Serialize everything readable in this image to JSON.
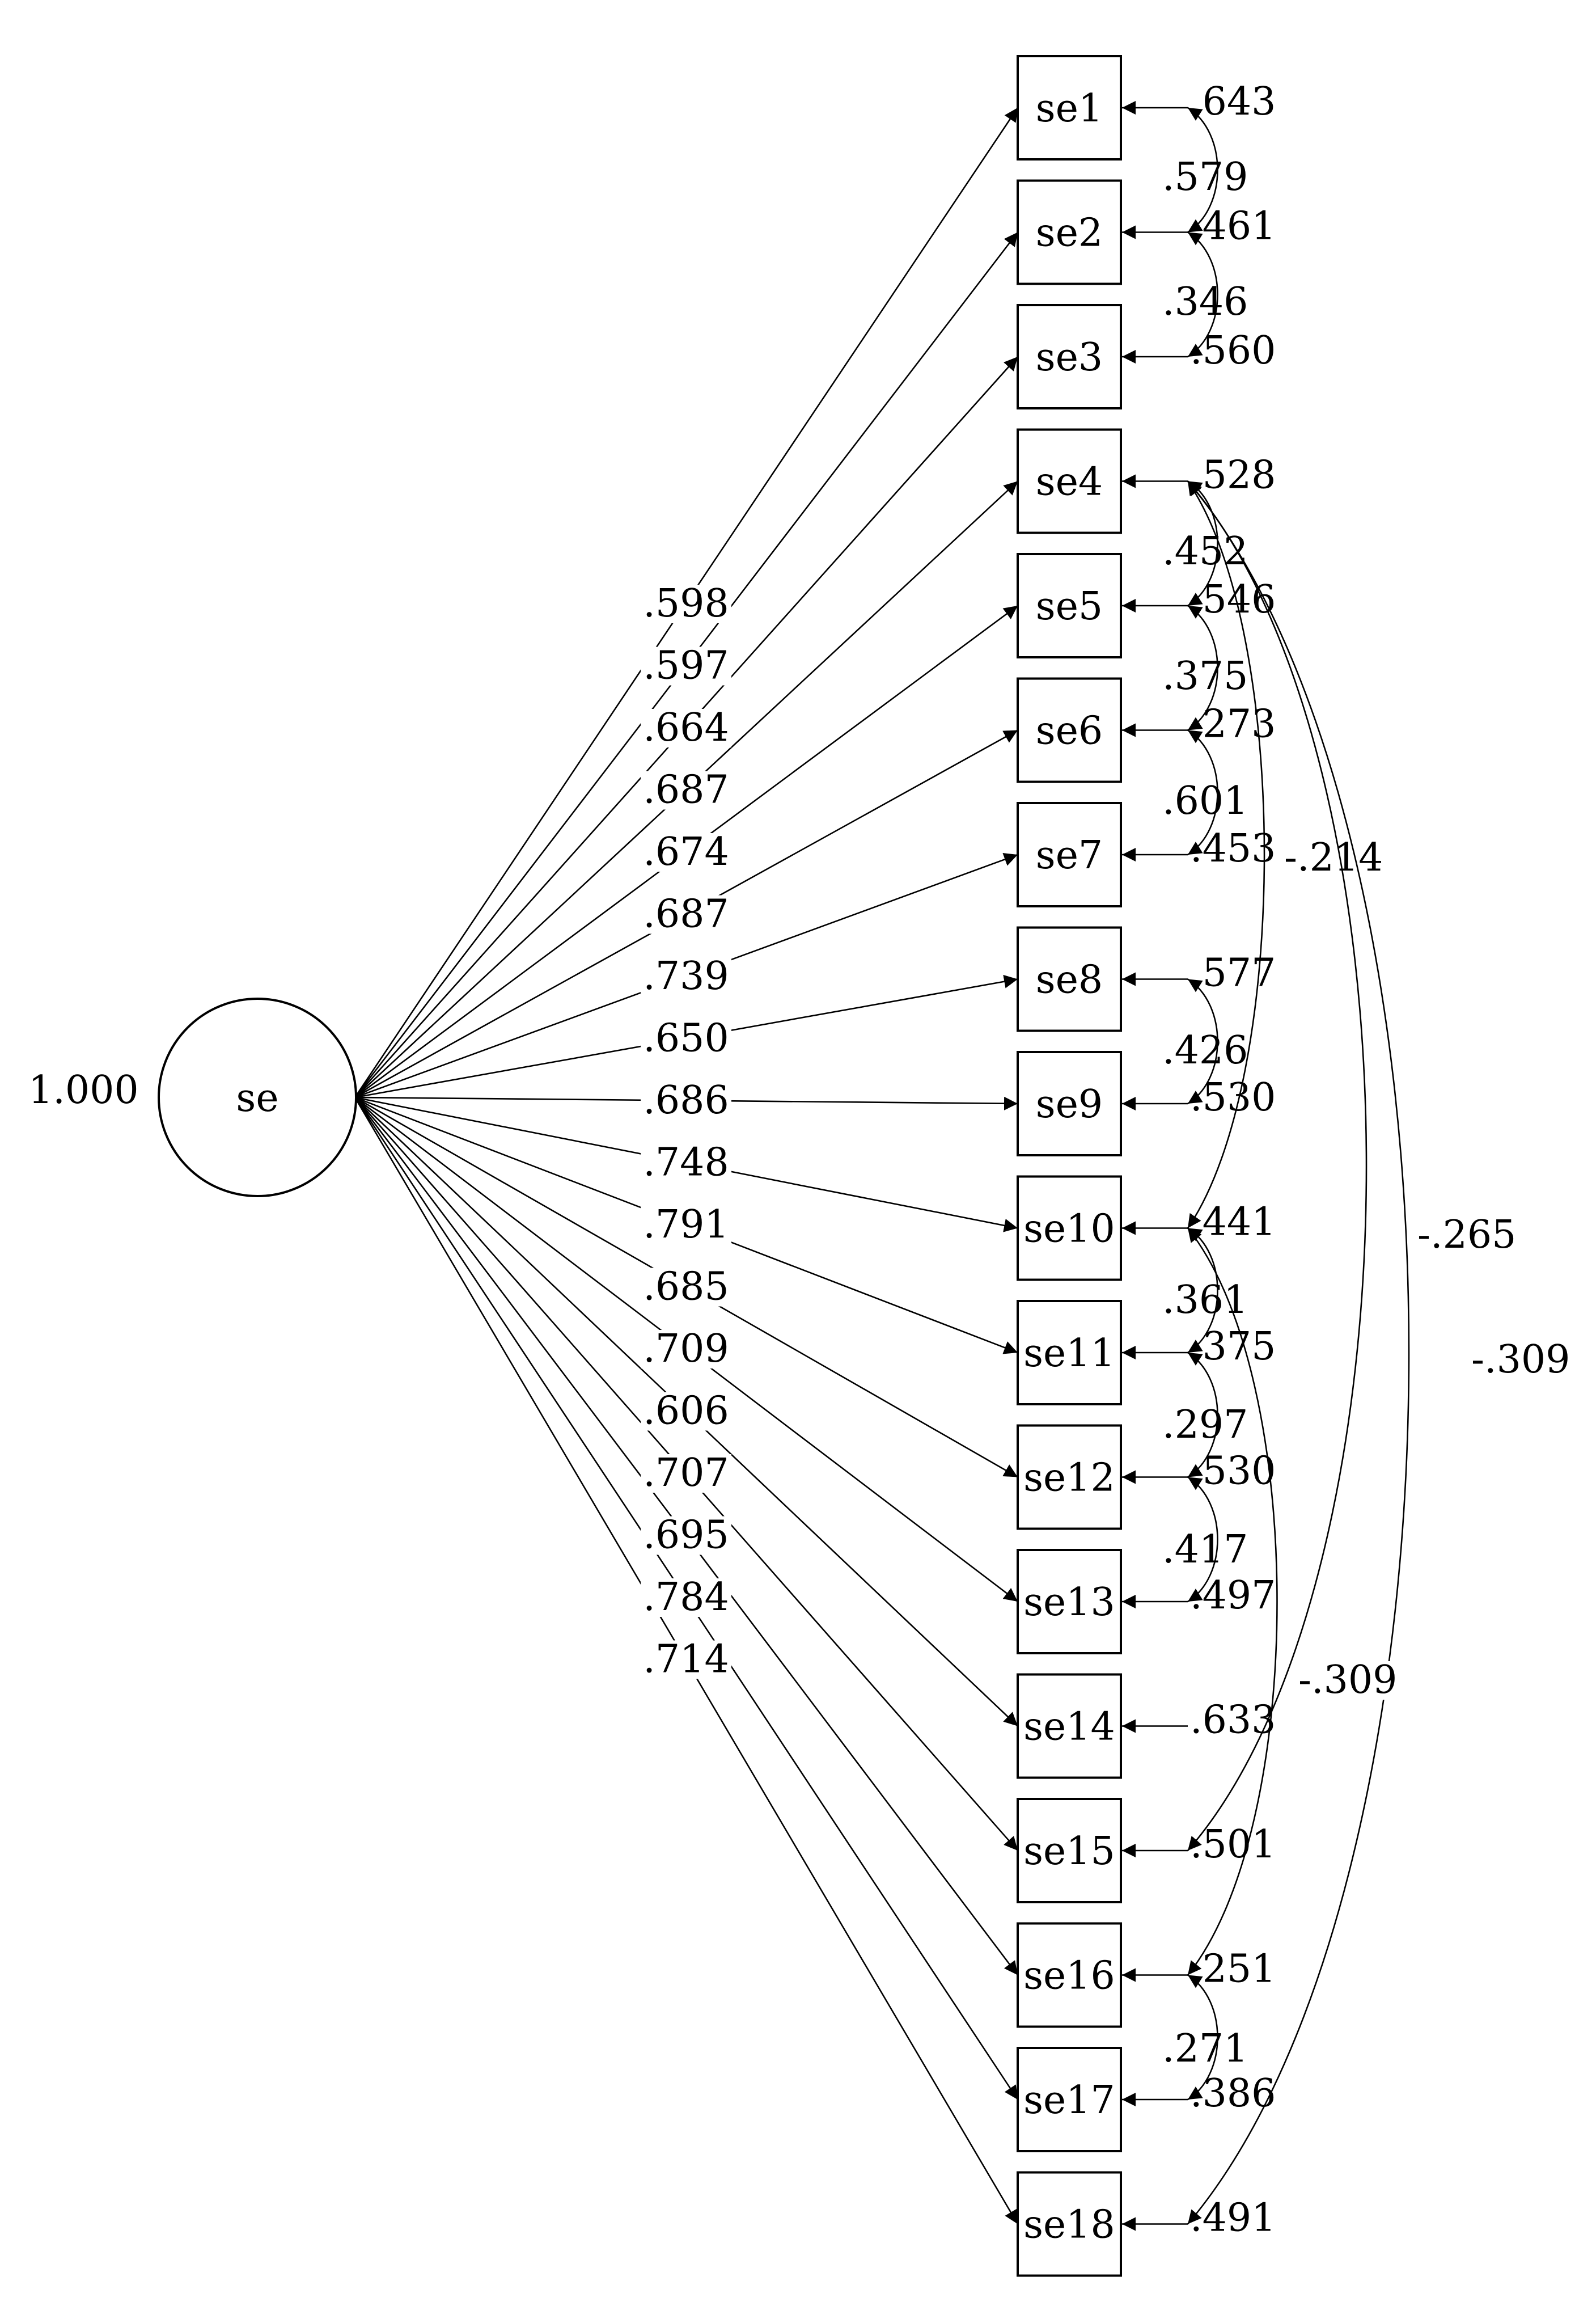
{
  "latent": {
    "name": "se",
    "variance": "1.000"
  },
  "indicators": [
    {
      "name": "se1",
      "loading": ".598",
      "residual": ".643"
    },
    {
      "name": "se2",
      "loading": ".597",
      "residual": ".461"
    },
    {
      "name": "se3",
      "loading": ".664",
      "residual": ".560"
    },
    {
      "name": "se4",
      "loading": ".687",
      "residual": ".528"
    },
    {
      "name": "se5",
      "loading": ".674",
      "residual": ".546"
    },
    {
      "name": "se6",
      "loading": ".687",
      "residual": ".273"
    },
    {
      "name": "se7",
      "loading": ".739",
      "residual": ".453"
    },
    {
      "name": "se8",
      "loading": ".650",
      "residual": ".577"
    },
    {
      "name": "se9",
      "loading": ".686",
      "residual": ".530"
    },
    {
      "name": "se10",
      "loading": ".748",
      "residual": ".441"
    },
    {
      "name": "se11",
      "loading": ".791",
      "residual": ".375"
    },
    {
      "name": "se12",
      "loading": ".685",
      "residual": ".530"
    },
    {
      "name": "se13",
      "loading": ".709",
      "residual": ".497"
    },
    {
      "name": "se14",
      "loading": ".606",
      "residual": ".633"
    },
    {
      "name": "se15",
      "loading": ".707",
      "residual": ".501"
    },
    {
      "name": "se16",
      "loading": ".695",
      "residual": ".251"
    },
    {
      "name": "se17",
      "loading": ".784",
      "residual": ".386"
    },
    {
      "name": "se18",
      "loading": ".714",
      "residual": ".491"
    }
  ],
  "covariances": [
    {
      "from": "se1",
      "to": "se2",
      "value": ".579"
    },
    {
      "from": "se2",
      "to": "se3",
      "value": ".346"
    },
    {
      "from": "se4",
      "to": "se5",
      "value": ".452"
    },
    {
      "from": "se5",
      "to": "se6",
      "value": ".375"
    },
    {
      "from": "se6",
      "to": "se7",
      "value": ".601"
    },
    {
      "from": "se8",
      "to": "se9",
      "value": ".426"
    },
    {
      "from": "se10",
      "to": "se11",
      "value": ".361"
    },
    {
      "from": "se11",
      "to": "se12",
      "value": ".297"
    },
    {
      "from": "se12",
      "to": "se13",
      "value": ".417"
    },
    {
      "from": "se16",
      "to": "se17",
      "value": ".271"
    },
    {
      "from": "se4",
      "to": "se10",
      "value": "-.214"
    },
    {
      "from": "se4",
      "to": "se15",
      "value": "-.265"
    },
    {
      "from": "se4",
      "to": "se18",
      "value": "-.309"
    },
    {
      "from": "se10",
      "to": "se16",
      "value": "-.309"
    }
  ]
}
